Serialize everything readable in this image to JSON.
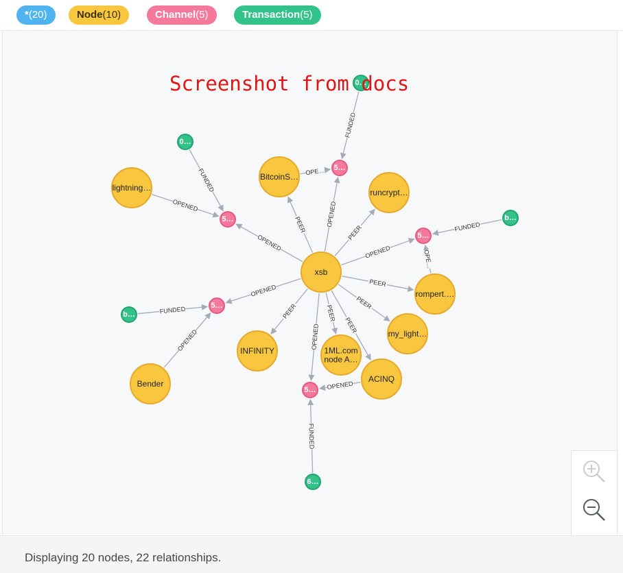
{
  "legend": {
    "all": {
      "name": "*",
      "count": "(20)"
    },
    "node": {
      "name": "Node",
      "count": "(10)"
    },
    "channel": {
      "name": "Channel",
      "count": "(5)"
    },
    "transaction": {
      "name": "Transaction",
      "count": "(5)"
    }
  },
  "watermark": "Screenshot from docs",
  "colors": {
    "node": "#f9c73f",
    "node_border": "#e6a92b",
    "channel": "#f5799c",
    "channel_border": "#e35a82",
    "transaction": "#32c28a",
    "transaction_border": "#21a572",
    "edge": "#a5abb6"
  },
  "graph": {
    "nodes": [
      {
        "id": "xsb",
        "type": "node",
        "label": "xsb"
      },
      {
        "id": "bitcoins",
        "type": "node",
        "label": "BitcoinS…"
      },
      {
        "id": "runcrypt",
        "type": "node",
        "label": "runcrypt…"
      },
      {
        "id": "lightning",
        "type": "node",
        "label": "lightning…"
      },
      {
        "id": "rompert",
        "type": "node",
        "label": "rompert.…"
      },
      {
        "id": "mylight",
        "type": "node",
        "label": "my_light…"
      },
      {
        "id": "acinq",
        "type": "node",
        "label": "ACINQ"
      },
      {
        "id": "oneml",
        "type": "node",
        "label": "1ML.com\nnode A…"
      },
      {
        "id": "infinity",
        "type": "node",
        "label": "INFINITY"
      },
      {
        "id": "bender",
        "type": "node",
        "label": "Bender"
      },
      {
        "id": "ch1",
        "type": "channel",
        "label": "5…"
      },
      {
        "id": "ch2",
        "type": "channel",
        "label": "5…"
      },
      {
        "id": "ch3",
        "type": "channel",
        "label": "5…"
      },
      {
        "id": "ch4",
        "type": "channel",
        "label": "5…"
      },
      {
        "id": "ch5",
        "type": "channel",
        "label": "5…"
      },
      {
        "id": "tx1",
        "type": "transaction",
        "label": "0…"
      },
      {
        "id": "tx2",
        "type": "transaction",
        "label": "0…"
      },
      {
        "id": "tx3",
        "type": "transaction",
        "label": "b…"
      },
      {
        "id": "tx4",
        "type": "transaction",
        "label": "b…"
      },
      {
        "id": "tx5",
        "type": "transaction",
        "label": "6…"
      }
    ],
    "edges": [
      {
        "from": "tx1",
        "to": "ch1",
        "label": "FUNDED"
      },
      {
        "from": "bitcoins",
        "to": "ch1",
        "label": "OPE…"
      },
      {
        "from": "xsb",
        "to": "ch1",
        "label": "OPENED"
      },
      {
        "from": "xsb",
        "to": "bitcoins",
        "label": "PEER"
      },
      {
        "from": "xsb",
        "to": "runcrypt",
        "label": "PEER"
      },
      {
        "from": "tx2",
        "to": "ch2",
        "label": "FUNDED"
      },
      {
        "from": "lightning",
        "to": "ch2",
        "label": "OPENED"
      },
      {
        "from": "xsb",
        "to": "ch2",
        "label": "OPENED"
      },
      {
        "from": "tx3",
        "to": "ch3",
        "label": "FUNDED"
      },
      {
        "from": "xsb",
        "to": "ch3",
        "label": "OPENED"
      },
      {
        "from": "rompert",
        "to": "ch3",
        "label": "OPE…"
      },
      {
        "from": "xsb",
        "to": "rompert",
        "label": "PEER"
      },
      {
        "from": "xsb",
        "to": "mylight",
        "label": "PEER"
      },
      {
        "from": "xsb",
        "to": "acinq",
        "label": "PEER"
      },
      {
        "from": "xsb",
        "to": "oneml",
        "label": "PEER"
      },
      {
        "from": "xsb",
        "to": "infinity",
        "label": "PEER"
      },
      {
        "from": "tx4",
        "to": "ch4",
        "label": "FUNDED"
      },
      {
        "from": "bender",
        "to": "ch4",
        "label": "OPENED"
      },
      {
        "from": "xsb",
        "to": "ch4",
        "label": "OPENED"
      },
      {
        "from": "xsb",
        "to": "ch5",
        "label": "OPENED"
      },
      {
        "from": "acinq",
        "to": "ch5",
        "label": "OPENED"
      },
      {
        "from": "tx5",
        "to": "ch5",
        "label": "FUNDED"
      }
    ]
  },
  "zoom": {
    "in_icon": "zoom-in-icon",
    "out_icon": "zoom-out-icon"
  },
  "status": "Displaying 20 nodes, 22 relationships."
}
